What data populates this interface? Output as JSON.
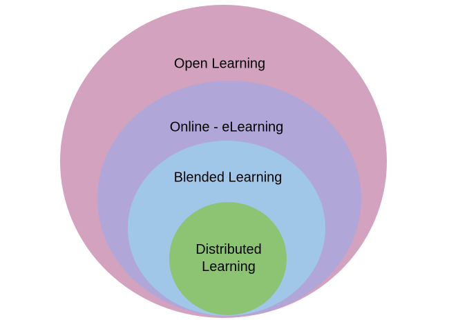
{
  "diagram": {
    "type": "nested-circles",
    "background_color": "#ffffff",
    "text_color": "#000000",
    "rings": [
      {
        "label": "Open Learning",
        "color": "#d2a2bf"
      },
      {
        "label": "Online - eLearning",
        "color": "#b1a6d8"
      },
      {
        "label": "Blended Learning",
        "color": "#a0c7e8"
      },
      {
        "label": "Distributed Learning",
        "color": "#8cc474"
      }
    ]
  }
}
